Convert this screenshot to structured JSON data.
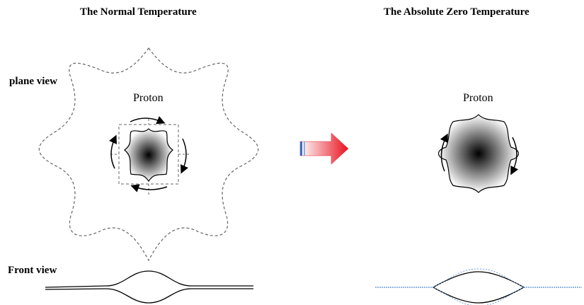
{
  "titles": {
    "left": "The Normal Temperature",
    "right": "The Absolute Zero Temperature"
  },
  "labels": {
    "plane_view": "plane view",
    "front_view": "Front view",
    "proton_left": "Proton",
    "proton_right": "Proton"
  },
  "colors": {
    "outline": "#000000",
    "dashed": "#666666",
    "arrow_start": "#ffffff",
    "arrow_end": "#e8121f",
    "arrow_border": "#3a6ec4",
    "front_dotted": "#6d9ed8"
  },
  "icons": {
    "transition_arrow": "right-arrow-gradient",
    "rotation_arrows": "curved-arrows"
  }
}
